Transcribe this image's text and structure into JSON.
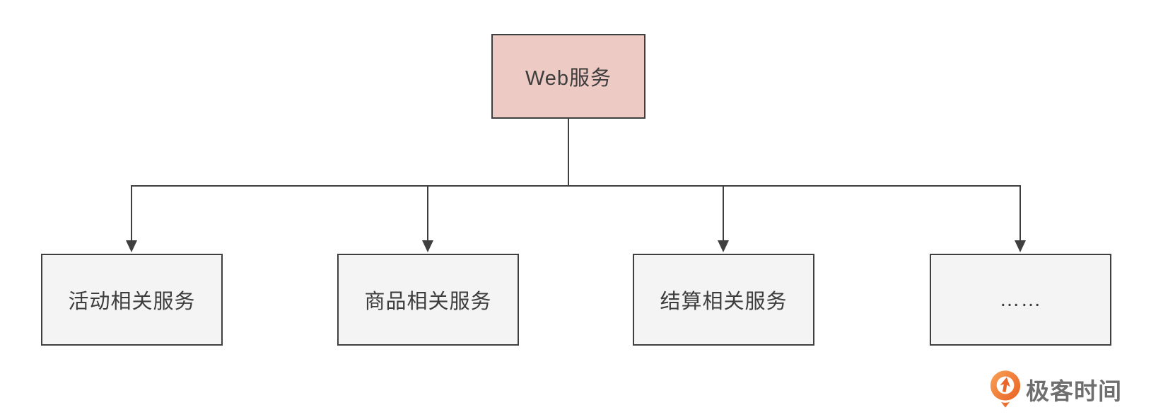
{
  "diagram": {
    "root": {
      "label": "Web服务",
      "fill": "#EDCAC3"
    },
    "children": [
      {
        "label": "活动相关服务"
      },
      {
        "label": "商品相关服务"
      },
      {
        "label": "结算相关服务"
      },
      {
        "label": "……"
      }
    ],
    "child_fill": "#F4F4F5",
    "border_color": "#3F3F3F",
    "connector_color": "#3F3F3F",
    "text_color": "#3D3D3D"
  },
  "branding": {
    "logo_text": "极客时间",
    "logo_text_color": "#6F6F6F",
    "logo_icon_color": "#EB6428"
  }
}
